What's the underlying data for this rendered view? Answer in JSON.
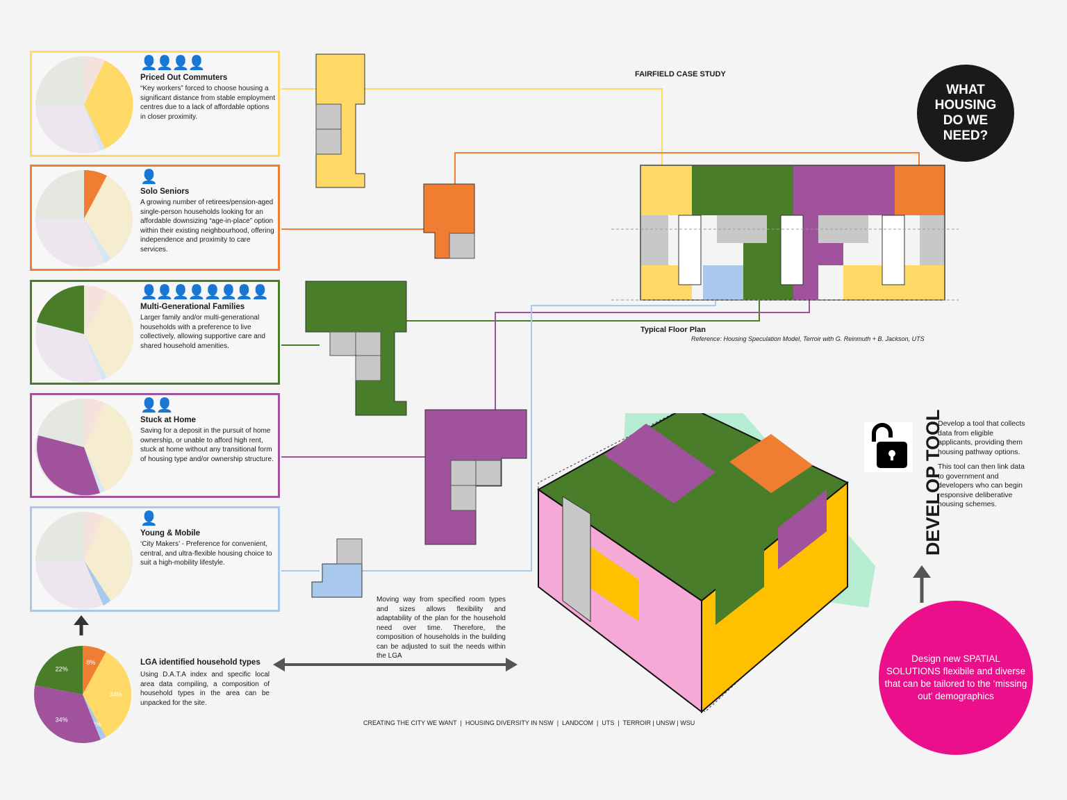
{
  "header": {
    "case_study": "FAIRFIELD CASE STUDY",
    "question": "WHAT HOUSING DO WE NEED?"
  },
  "floor_plan": {
    "title": "Typical Floor Plan",
    "reference": "Reference: Housing Speculation Model, Terroir with G. Reinmuth + B. Jackson, UTS"
  },
  "colors": {
    "yellow": "#ffd966",
    "orange": "#ef7d32",
    "green": "#4a7d2a",
    "purple": "#a0529c",
    "blue": "#a8c8ec",
    "pink": "#f4a9d6",
    "grey": "#c8c8c8",
    "magenta": "#ec0f8c",
    "mint": "#b5ecd2"
  },
  "household_types": [
    {
      "id": "commuters",
      "icons": "👤👤👤👤",
      "title": "Priced Out Commuters",
      "description": "“Key workers” forced to choose housing a significant distance from stable employment centres due to a lack of affordable options in closer proximity."
    },
    {
      "id": "seniors",
      "icons": "👤",
      "title": "Solo Seniors",
      "description": "A growing number of retirees/pension-aged single-person households looking for an affordable downsizing “age-in-place” option within their existing neighbourhood, offering independence and proximity to care services."
    },
    {
      "id": "families",
      "icons": "👤👤👤👤👤👤👤👤",
      "title": "Multi-Generational Families",
      "description": "Larger family and/or multi-generational households with a preference to live collectively, allowing supportive care and shared household amenities."
    },
    {
      "id": "stuck",
      "icons": "👤👤",
      "title": "Stuck at Home",
      "description": "Saving for a deposit in the pursuit of home ownership, or unable to afford high rent, stuck at home without any transitional form of housing type and/or ownership structure."
    },
    {
      "id": "young",
      "icons": "👤",
      "title": "Young & Mobile",
      "description": "‘City Makers’ - Preference for convenient, central, and ultra-flexible housing choice to suit a high-mobility lifestyle."
    }
  ],
  "lga": {
    "title": "LGA identified household types",
    "description": "Using D.A.T.A index and specific local area data compiling, a composition of household types in the area can be unpacked for the site."
  },
  "chart_data": {
    "type": "pie",
    "labels": [
      "8%",
      "34%",
      "2%",
      "34%",
      "22%"
    ],
    "values": [
      8,
      34,
      2,
      34,
      22
    ],
    "colors": [
      "#ef7d32",
      "#ffd966",
      "#a8c8ec",
      "#a0529c",
      "#4a7d2a"
    ]
  },
  "flexibility_text": "Moving way from specified room types and sizes allows flexibility and adaptability of the plan for the household need over time. Therefore, the composition of households in the building can be adjusted to suit the needs within the LGA",
  "footer": "CREATING THE CITY WE WANT  |  HOUSING DIVERSITY IN NSW  |  LANDCOM  |  UTS  |  TERROIR | UNSW | WSU",
  "develop_tool": {
    "title": "DEVELOP TOOL",
    "para1": "Develop a tool that collects data from eligible applicants, providing them housing pathway options.",
    "para2": "This tool can then link data to government and developers who can begin responsive deliberative housing schemes."
  },
  "design_new": "Design new SPATIAL SOLUTIONS flexibile and diverse that can be tailored to the ‘missing out’ demographics"
}
